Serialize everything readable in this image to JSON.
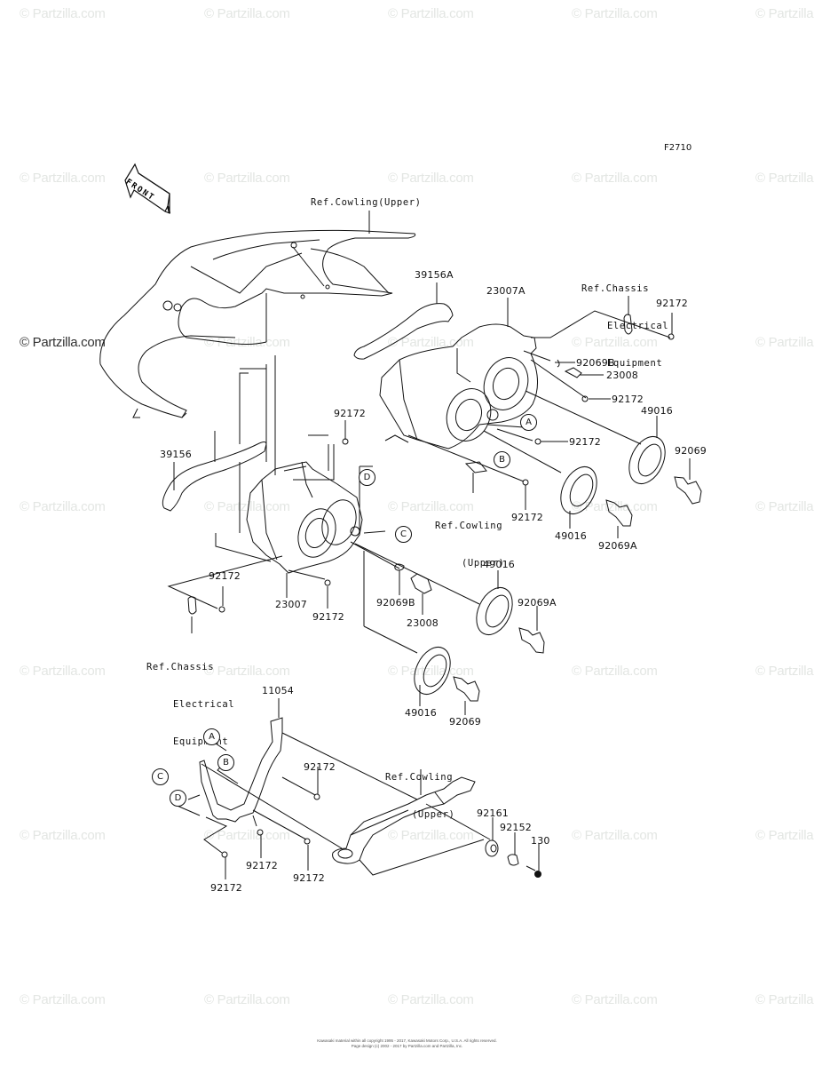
{
  "diagram": {
    "figure_code": "F2710",
    "front_arrow_label": "FRONT",
    "watermark_text": "© Partzilla.com",
    "reference_labels": {
      "cowling_upper_top": "Ref.Cowling(Upper)",
      "cowling_upper_mid_line1": "Ref.Cowling",
      "cowling_upper_mid_line2": "(Upper)",
      "cowling_upper_bottom_line1": "Ref.Cowling",
      "cowling_upper_bottom_line2": "(Upper)",
      "chassis_right_line1": "Ref.Chassis",
      "chassis_right_line2": "Electrical",
      "chassis_right_line3": "Equipment",
      "chassis_left_line1": "Ref.Chassis",
      "chassis_left_line2": "Electrical",
      "chassis_left_line3": "Equipment"
    },
    "callouts": {
      "A": "A",
      "B": "B",
      "C": "C",
      "D": "D"
    },
    "parts": [
      {
        "id": "p_39156A",
        "number": "39156A"
      },
      {
        "id": "p_23007A",
        "number": "23007A"
      },
      {
        "id": "p_92172_r1",
        "number": "92172"
      },
      {
        "id": "p_92069B_r",
        "number": "92069B"
      },
      {
        "id": "p_23008_r",
        "number": "23008"
      },
      {
        "id": "p_92172_r2",
        "number": "92172"
      },
      {
        "id": "p_49016_r1",
        "number": "49016"
      },
      {
        "id": "p_92172_c1",
        "number": "92172"
      },
      {
        "id": "p_92172_r3",
        "number": "92172"
      },
      {
        "id": "p_92069_r",
        "number": "92069"
      },
      {
        "id": "p_39156",
        "number": "39156"
      },
      {
        "id": "p_92172_r4",
        "number": "92172"
      },
      {
        "id": "p_49016_r2",
        "number": "49016"
      },
      {
        "id": "p_92069A_r",
        "number": "92069A"
      },
      {
        "id": "p_49016_l1",
        "number": "49016"
      },
      {
        "id": "p_92172_l1",
        "number": "92172"
      },
      {
        "id": "p_23007",
        "number": "23007"
      },
      {
        "id": "p_92172_l2",
        "number": "92172"
      },
      {
        "id": "p_92069B_l",
        "number": "92069B"
      },
      {
        "id": "p_23008_l",
        "number": "23008"
      },
      {
        "id": "p_92069A_l",
        "number": "92069A"
      },
      {
        "id": "p_49016_l2",
        "number": "49016"
      },
      {
        "id": "p_92069_l",
        "number": "92069"
      },
      {
        "id": "p_11054",
        "number": "11054"
      },
      {
        "id": "p_92172_b1",
        "number": "92172"
      },
      {
        "id": "p_92172_b2",
        "number": "92172"
      },
      {
        "id": "p_92172_b3",
        "number": "92172"
      },
      {
        "id": "p_92172_b4",
        "number": "92172"
      },
      {
        "id": "p_92161",
        "number": "92161"
      },
      {
        "id": "p_92152",
        "number": "92152"
      },
      {
        "id": "p_130",
        "number": "130"
      }
    ],
    "footer_line1": "Kawasaki material within all copyright 1995 - 2017, Kawasaki Motors Corp., U.S.A. All rights reserved.",
    "footer_line2": "Page design (c) 2002 - 2017 by Partzilla.com and Partzilla, Inc."
  }
}
